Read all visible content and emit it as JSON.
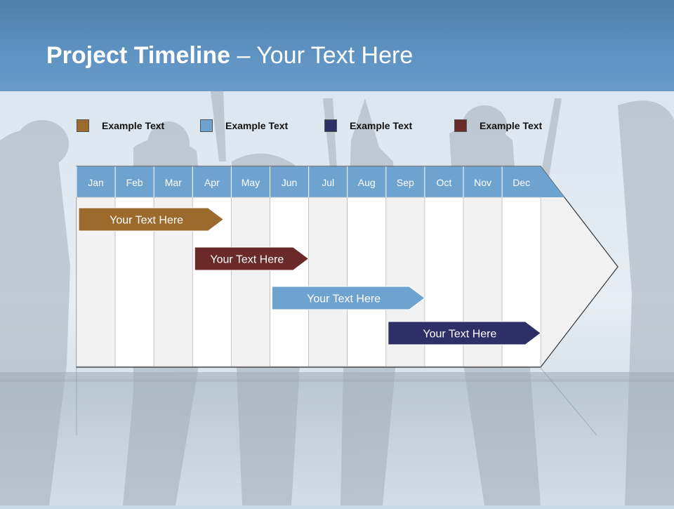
{
  "slide": {
    "title_bold": "Project Timeline",
    "title_rest": " – Your Text Here"
  },
  "legend": [
    {
      "label": "Example Text",
      "color": "#9b6a2c"
    },
    {
      "label": "Example Text",
      "color": "#6fa3cf"
    },
    {
      "label": "Example Text",
      "color": "#2d2f66"
    },
    {
      "label": "Example Text",
      "color": "#6b2a2a"
    }
  ],
  "timeline": {
    "months": [
      "Jan",
      "Feb",
      "Mar",
      "Apr",
      "May",
      "Jun",
      "Jul",
      "Aug",
      "Sep",
      "Oct",
      "Nov",
      "Dec"
    ],
    "bars": [
      {
        "label": "Your  Text Here",
        "start_month": 1.0,
        "end_month": 4.8,
        "color": "#9b6a2c"
      },
      {
        "label": "Your  Text Here",
        "start_month": 4.0,
        "end_month": 7.0,
        "color": "#6b2a2a"
      },
      {
        "label": "Your  Text Here",
        "start_month": 6.0,
        "end_month": 10.0,
        "color": "#6fa3cf"
      },
      {
        "label": "Your  Text Here",
        "start_month": 9.0,
        "end_month": 13.0,
        "color": "#2d2f66"
      }
    ]
  }
}
